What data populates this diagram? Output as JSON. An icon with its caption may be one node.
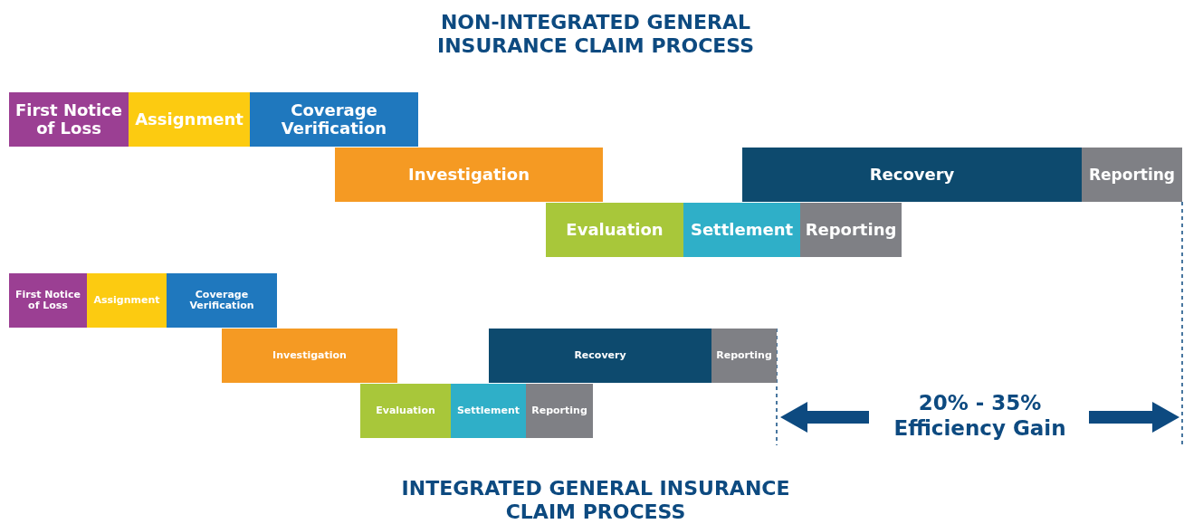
{
  "diagram": {
    "title": "NON-INTEGRATED GENERAL INSURANCE CLAIM PROCESS",
    "caption": "INTEGRATED GENERAL INSURANCE CLAIM PROCESS",
    "nodes": [
      {
        "text": [
          "First Notice of Loss"
        ]
      },
      {
        "text": [
          "Assignment"
        ]
      },
      {
        "text": [
          "Coverage Verification"
        ]
      },
      {
        "text": [
          "Investigation"
        ]
      },
      {
        "text": [
          "Recovery"
        ]
      },
      {
        "text": [
          "Reporting"
        ]
      },
      {
        "text": [
          "Evaluation"
        ]
      },
      {
        "text": [
          "Settlement"
        ]
      },
      {
        "text": [
          "Reporting"
        ]
      },
      {
        "text": [
          "First Notice of Loss"
        ]
      },
      {
        "text": [
          "Assignment"
        ]
      },
      {
        "text": [
          "Coverage Verification"
        ]
      },
      {
        "text": [
          "Investigation"
        ]
      },
      {
        "text": [
          "Recovery"
        ]
      },
      {
        "text": [
          "Reporting"
        ]
      },
      {
        "text": [
          "Evaluation"
        ]
      },
      {
        "text": [
          "Settlement"
        ]
      },
      {
        "text": [
          "Reporting"
        ]
      }
    ],
    "edges": [],
    "labels": [
      "20% - 35% Efficiency Gain"
    ]
  }
}
